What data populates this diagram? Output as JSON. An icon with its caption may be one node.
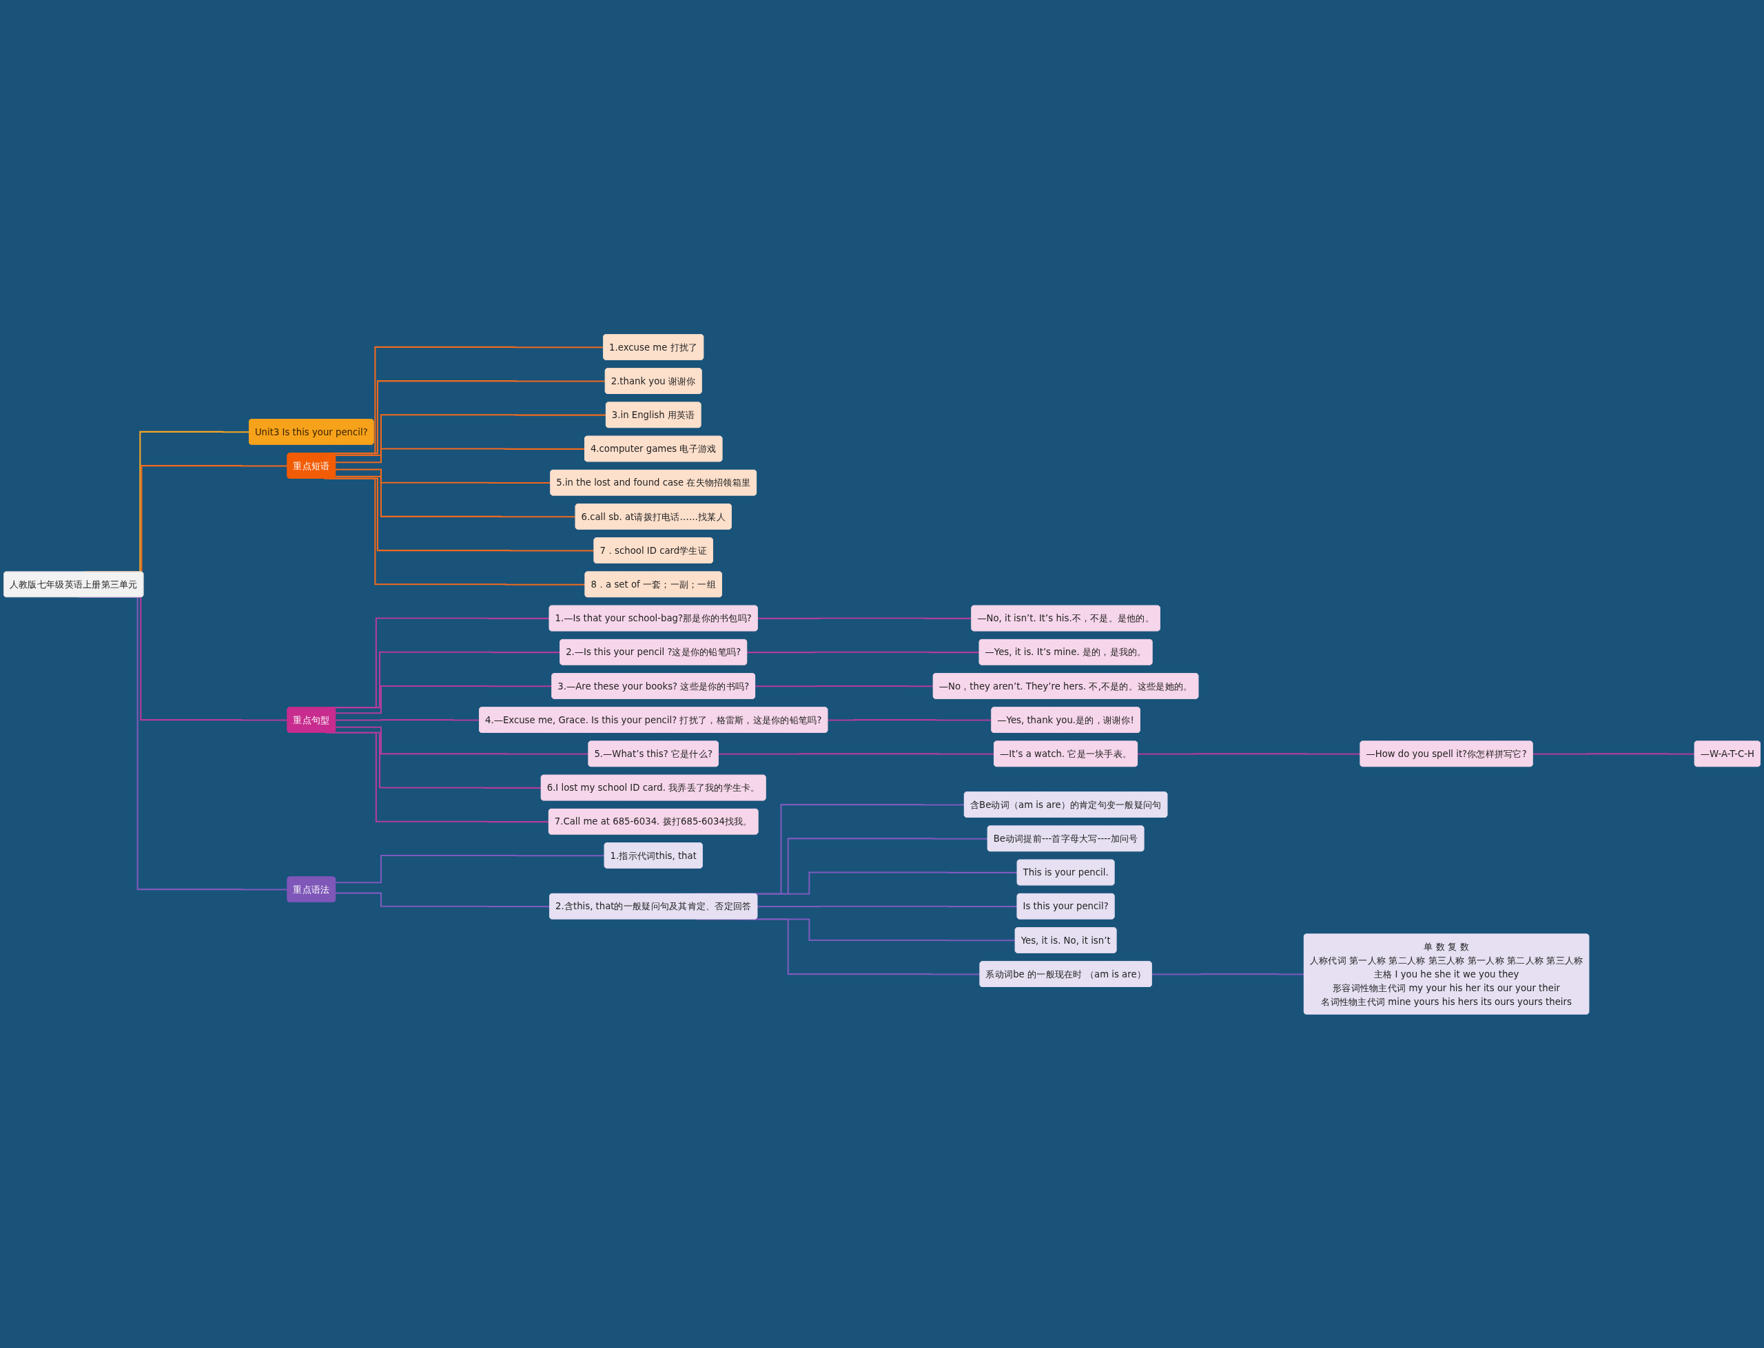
{
  "diagram": {
    "nodes": [
      {
        "text": [
          "人教版七年级英语上册第三单元"
        ]
      },
      {
        "text": [
          "Unit3 Is this your pencil?"
        ]
      },
      {
        "text": [
          "重点短语"
        ]
      },
      {
        "text": [
          "1.excuse me 打扰了"
        ]
      },
      {
        "text": [
          "2.thank you 谢谢你"
        ]
      },
      {
        "text": [
          "3.in English 用英语"
        ]
      },
      {
        "text": [
          "4.computer games 电子游戏"
        ]
      },
      {
        "text": [
          "5.in the lost and found case 在失物招领箱里"
        ]
      },
      {
        "text": [
          "6.call sb. at请拨打电话……找某人"
        ]
      },
      {
        "text": [
          "7．school ID card学生证"
        ]
      },
      {
        "text": [
          "8．a set of 一套；一副；一组"
        ]
      },
      {
        "text": [
          "重点句型"
        ]
      },
      {
        "text": [
          "1.—Is that your school-bag?那是你的书包吗?"
        ]
      },
      {
        "text": [
          "—No, it isn’t. It’s his.不，不是。是他的。"
        ]
      },
      {
        "text": [
          "2.—Is this your pencil ?这是你的铅笔吗?"
        ]
      },
      {
        "text": [
          "—Yes, it is. It’s mine. 是的，是我的。"
        ]
      },
      {
        "text": [
          "3.—Are these your books? 这些是你的书吗?"
        ]
      },
      {
        "text": [
          "—No，they aren’t. They’re hers. 不,不是的。这些是她的。"
        ]
      },
      {
        "text": [
          "4.—Excuse me, Grace. Is this your pencil? 打扰了，格雷斯，这是你的铅笔吗?"
        ]
      },
      {
        "text": [
          "—Yes, thank you.是的，谢谢你!"
        ]
      },
      {
        "text": [
          "5.—What’s this? 它是什么?"
        ]
      },
      {
        "text": [
          "—It’s a watch. 它是一块手表。"
        ]
      },
      {
        "text": [
          "—How do you spell it?你怎样拼写它?"
        ]
      },
      {
        "text": [
          "—W-A-T-C-H"
        ]
      },
      {
        "text": [
          "6.I lost my school ID card. 我弄丢了我的学生卡。"
        ]
      },
      {
        "text": [
          "7.Call me at 685-6034. 拨打685-6034找我。"
        ]
      },
      {
        "text": [
          "重点语法"
        ]
      },
      {
        "text": [
          "1.指示代词this, that"
        ]
      },
      {
        "text": [
          "2.含this, that的一般疑问句及其肯定、否定回答"
        ]
      },
      {
        "text": [
          "含Be动词（am is are）的肯定句变一般疑问句"
        ]
      },
      {
        "text": [
          "Be动词提前---首字母大写----加问号"
        ]
      },
      {
        "text": [
          "This is your pencil."
        ]
      },
      {
        "text": [
          "Is this your pencil?"
        ]
      },
      {
        "text": [
          "Yes, it is.   No, it isn’t"
        ]
      },
      {
        "text": [
          "系动词be 的一般现在时 （am is are）"
        ]
      },
      {
        "text": [
          "单 数 复 数",
          "人称代词 第一人称 第二人称 第三人称 第一人称 第二人称 第三人称",
          "主格 I you he she it we you they",
          "形容词性物主代词 my your his her its our your their",
          "名词性物主代词 mine yours his hers its ours yours theirs"
        ]
      }
    ],
    "edges": [
      {
        "from": 0,
        "to": 1,
        "arrow": "none",
        "color": "#f5a623"
      },
      {
        "from": 0,
        "to": 2,
        "arrow": "none",
        "color": "#f06a1d"
      },
      {
        "from": 2,
        "to": 3,
        "arrow": "none",
        "color": "#f06a1d"
      },
      {
        "from": 2,
        "to": 4,
        "arrow": "none",
        "color": "#f06a1d"
      },
      {
        "from": 2,
        "to": 5,
        "arrow": "none",
        "color": "#f06a1d"
      },
      {
        "from": 2,
        "to": 6,
        "arrow": "none",
        "color": "#f06a1d"
      },
      {
        "from": 2,
        "to": 7,
        "arrow": "none",
        "color": "#f06a1d"
      },
      {
        "from": 2,
        "to": 8,
        "arrow": "none",
        "color": "#f06a1d"
      },
      {
        "from": 2,
        "to": 9,
        "arrow": "none",
        "color": "#f06a1d"
      },
      {
        "from": 2,
        "to": 10,
        "arrow": "none",
        "color": "#f06a1d"
      },
      {
        "from": 0,
        "to": 11,
        "arrow": "none"
      },
      {
        "from": 11,
        "to": 12,
        "arrow": "none"
      },
      {
        "from": 12,
        "to": 13,
        "arrow": "none"
      },
      {
        "from": 11,
        "to": 14,
        "arrow": "none"
      },
      {
        "from": 14,
        "to": 15,
        "arrow": "none"
      },
      {
        "from": 11,
        "to": 16,
        "arrow": "none"
      },
      {
        "from": 16,
        "to": 17,
        "arrow": "none"
      },
      {
        "from": 11,
        "to": 18,
        "arrow": "none"
      },
      {
        "from": 18,
        "to": 19,
        "arrow": "none"
      },
      {
        "from": 11,
        "to": 20,
        "arrow": "none"
      },
      {
        "from": 20,
        "to": 21,
        "arrow": "none"
      },
      {
        "from": 21,
        "to": 22,
        "arrow": "none"
      },
      {
        "from": 22,
        "to": 23,
        "arrow": "none"
      },
      {
        "from": 11,
        "to": 24,
        "arrow": "none"
      },
      {
        "from": 11,
        "to": 25,
        "arrow": "none"
      },
      {
        "from": 0,
        "to": 26,
        "arrow": "none",
        "color": "#7e5bbd"
      },
      {
        "from": 26,
        "to": 27,
        "arrow": "none",
        "color": "#7e5bbd"
      },
      {
        "from": 26,
        "to": 28,
        "arrow": "none",
        "color": "#7e5bbd"
      },
      {
        "from": 28,
        "to": 29,
        "arrow": "none",
        "color": "#7e5bbd"
      },
      {
        "from": 28,
        "to": 30,
        "arrow": "none",
        "color": "#7e5bbd"
      },
      {
        "from": 28,
        "to": 31,
        "arrow": "none",
        "color": "#7e5bbd"
      },
      {
        "from": 28,
        "to": 32,
        "arrow": "none",
        "color": "#7e5bbd"
      },
      {
        "from": 28,
        "to": 33,
        "arrow": "none",
        "color": "#7e5bbd"
      },
      {
        "from": 28,
        "to": 34,
        "arrow": "none",
        "color": "#7e5bbd"
      },
      {
        "from": 34,
        "to": 35,
        "arrow": "none",
        "color": "#7e5bbd"
      }
    ]
  }
}
